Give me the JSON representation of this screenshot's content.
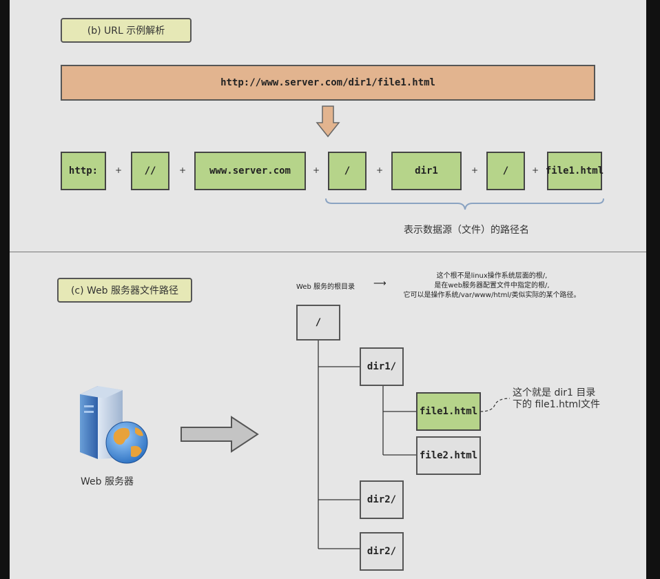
{
  "section_b": {
    "label": "(b)   URL 示例解析",
    "url": "http://www.server.com/dir1/file1.html",
    "parts": [
      "http:",
      "//",
      "www.server.com",
      "/",
      "dir1",
      "/",
      "file1.html"
    ],
    "plus": "+",
    "brace_caption": "表示数据源（文件）的路径名"
  },
  "section_c": {
    "label": "(c)   Web 服务器文件路径",
    "root_label": "Web 服务的根目录",
    "root_arrow": "⟶",
    "root_note_lines": [
      "这个根不是linux操作系统层面的根/,",
      "是在web服务器配置文件中指定的根/,",
      "它可以是操作系统/var/www/html/类似实际的某个路径。"
    ],
    "server_caption": "Web 服务器",
    "tree": {
      "root": "/",
      "dir1": "dir1/",
      "file1": "file1.html",
      "file2": "file2.html",
      "dir2a": "dir2/",
      "dir2b": "dir2/"
    },
    "file_note_lines": [
      "这个就是 dir1 目录",
      "下的 file1.html文件"
    ]
  },
  "colors": {
    "background": "#e6e6e6",
    "url_bar": "#e2b48f",
    "green_box": "#b6d48a",
    "label_pill": "#e6e8b6",
    "gray_box": "#e1e1e1",
    "brace": "#8aa3c2",
    "arrow_down": "#e2b48f"
  }
}
